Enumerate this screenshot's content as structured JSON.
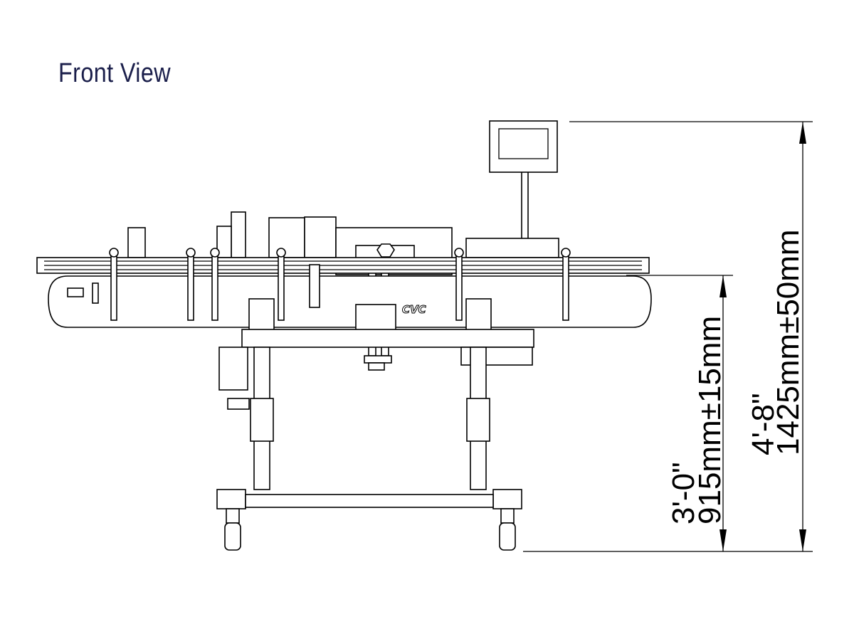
{
  "title": "Front View",
  "logo_text": "CVC",
  "dimensions": {
    "conveyor_height_imperial": "3'-0\"",
    "conveyor_height_metric": "915mm±15mm",
    "overall_height_imperial": "4'-8\"",
    "overall_height_metric": "1425mm±50mm"
  }
}
